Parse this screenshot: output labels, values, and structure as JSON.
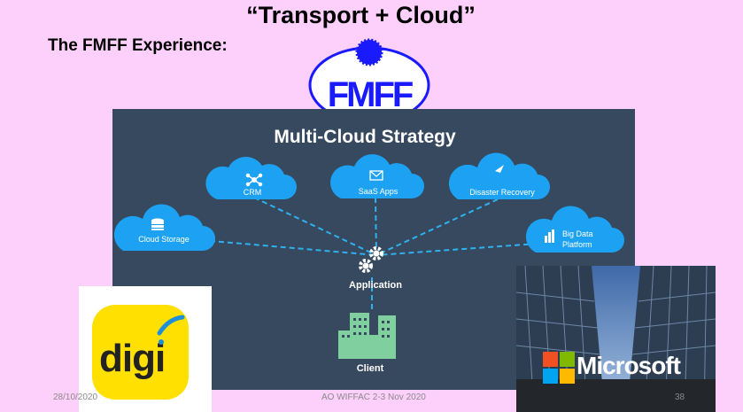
{
  "slide": {
    "title": "“Transport + Cloud”",
    "subtitle": "The FMFF Experience:",
    "logo_text": "FMFF",
    "footer_date": "28/10/2020",
    "footer_center": "AO WIFFAC 2-3 Nov 2020",
    "page_number": "38"
  },
  "diagram": {
    "title": "Multi-Cloud Strategy",
    "nodes": {
      "crm": "CRM",
      "saas": "SaaS Apps",
      "disaster": "Disaster Recovery",
      "storage": "Cloud Storage",
      "bigdata_line1": "Big Data",
      "bigdata_line2": "Platform",
      "application": "Application",
      "client": "Client"
    }
  },
  "logos": {
    "digi": "digi",
    "microsoft": "Microsoft"
  },
  "colors": {
    "background": "#fdd0fb",
    "diagram_bg": "#36495e",
    "cloud": "#1da1f2",
    "client_green": "#7fcf9f",
    "fmff_blue": "#1a1aff",
    "digi_yellow": "#ffe000"
  }
}
